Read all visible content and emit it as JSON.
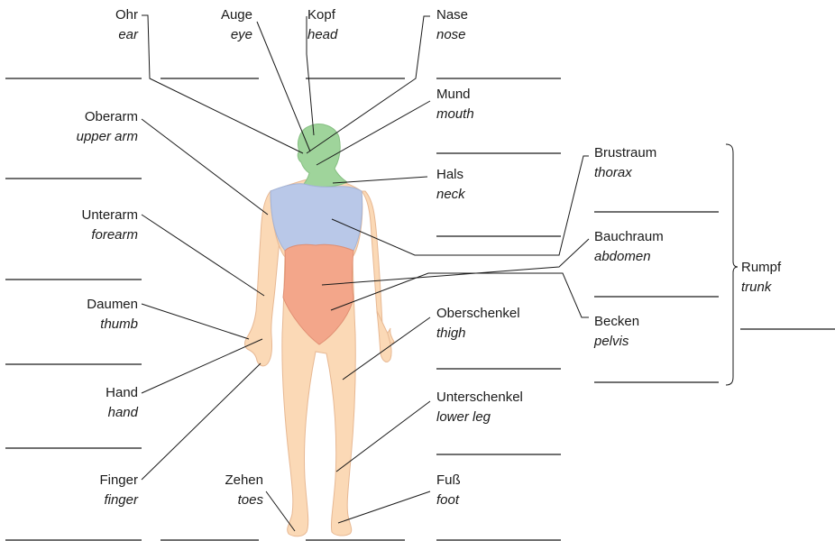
{
  "labels": {
    "ohr": {
      "de": "Ohr",
      "en": "ear"
    },
    "auge": {
      "de": "Auge",
      "en": "eye"
    },
    "kopf": {
      "de": "Kopf",
      "en": "head"
    },
    "nase": {
      "de": "Nase",
      "en": "nose"
    },
    "mund": {
      "de": "Mund",
      "en": "mouth"
    },
    "oberarm": {
      "de": "Oberarm",
      "en": "upper arm"
    },
    "hals": {
      "de": "Hals",
      "en": "neck"
    },
    "brustraum": {
      "de": "Brustraum",
      "en": "thorax"
    },
    "unterarm": {
      "de": "Unterarm",
      "en": "forearm"
    },
    "bauchraum": {
      "de": "Bauchraum",
      "en": "abdomen"
    },
    "rumpf": {
      "de": "Rumpf",
      "en": "trunk"
    },
    "daumen": {
      "de": "Daumen",
      "en": "thumb"
    },
    "oberschenkel": {
      "de": "Oberschenkel",
      "en": "thigh"
    },
    "becken": {
      "de": "Becken",
      "en": "pelvis"
    },
    "hand": {
      "de": "Hand",
      "en": "hand"
    },
    "unterschenkel": {
      "de": "Unterschenkel",
      "en": "lower leg"
    },
    "finger": {
      "de": "Finger",
      "en": "finger"
    },
    "zehen": {
      "de": "Zehen",
      "en": "toes"
    },
    "fuss": {
      "de": "Fuß",
      "en": "foot"
    }
  },
  "colors": {
    "skin": "#fbd9b6",
    "skin_outline": "#e7b893",
    "head": "#9fd49b",
    "chest": "#b9c8e8",
    "abdomen": "#f3a68a",
    "line": "#1a1a1a"
  }
}
